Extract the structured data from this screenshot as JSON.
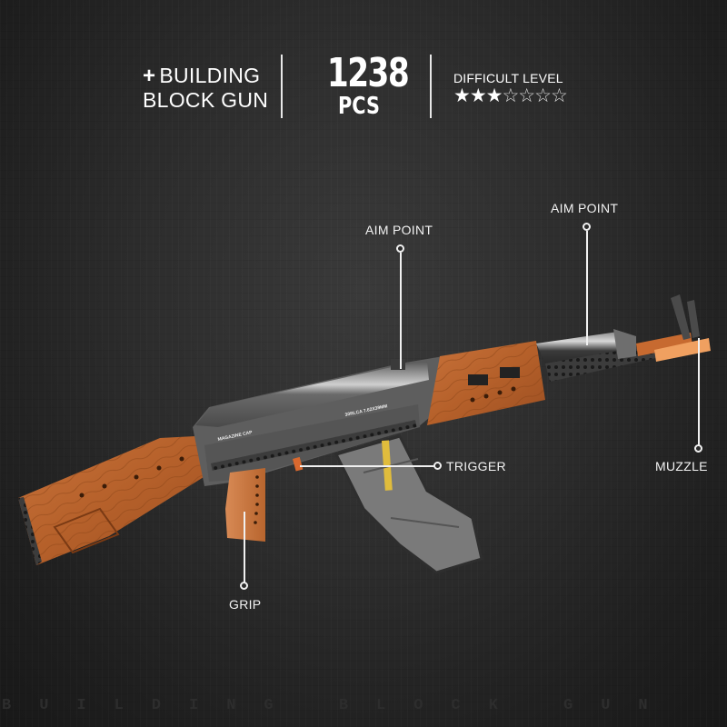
{
  "header": {
    "plus_icon": "+",
    "title_line1": "BUILDING",
    "title_line2": "BLOCK GUN",
    "piece_count": "1238",
    "piece_unit": "PCS",
    "difficulty_label": "DIFFICULT LEVEL",
    "difficulty_filled": 3,
    "difficulty_total": 7,
    "stars_filled": "★★★",
    "stars_empty": "☆☆☆☆"
  },
  "callouts": {
    "aim_point_rear": "AIM POINT",
    "aim_point_front": "AIM POINT",
    "trigger": "TRIGGER",
    "muzzle": "MUZZLE",
    "grip": "GRIP"
  },
  "footer": {
    "watermark": "BUILDING BLOCK GUN"
  },
  "colors": {
    "background": "#2c2c2c",
    "wood": "#b8652e",
    "wood_light": "#d08048",
    "body_gray": "#6b6b6b",
    "body_dark": "#3e3e3e",
    "orange_accent": "#e8883a",
    "yellow_accent": "#e0bc3c",
    "text": "#ffffff"
  }
}
